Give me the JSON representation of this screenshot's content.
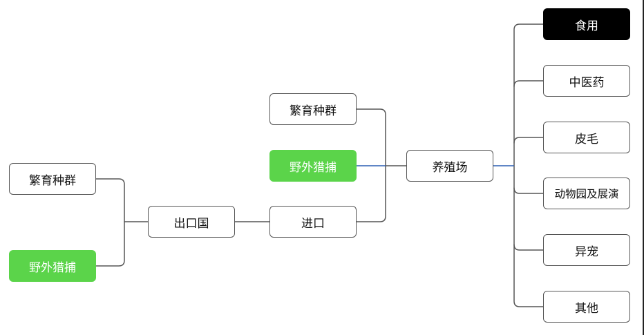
{
  "nodes": {
    "left_breeding": "繁育种群",
    "left_wild": "野外猎捕",
    "export_country": "出口国",
    "mid_breeding": "繁育种群",
    "mid_wild": "野外猎捕",
    "import": "进口",
    "farm": "养殖场",
    "food": "食用",
    "tcm": "中医药",
    "fur": "皮毛",
    "zoo": "动物园及展演",
    "pet": "异宠",
    "other": "其他"
  },
  "colors": {
    "green": "#5bd44a",
    "black": "#000000",
    "connector": "#555555",
    "highlight_connector": "#2b5fb4"
  }
}
